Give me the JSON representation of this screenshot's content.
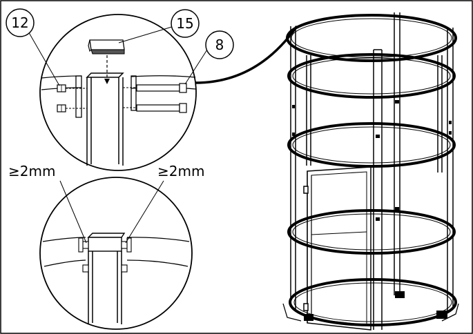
{
  "callouts": {
    "part_12": "12",
    "part_15": "15",
    "part_8": "8"
  },
  "dimensions": {
    "gap_left": "≥2mm",
    "gap_right": "≥2mm"
  },
  "icons": {
    "top_detail": "bolt-assembly-detail-icon",
    "bottom_detail": "gap-check-detail-icon",
    "cage": "safety-cage-assembly-icon"
  }
}
